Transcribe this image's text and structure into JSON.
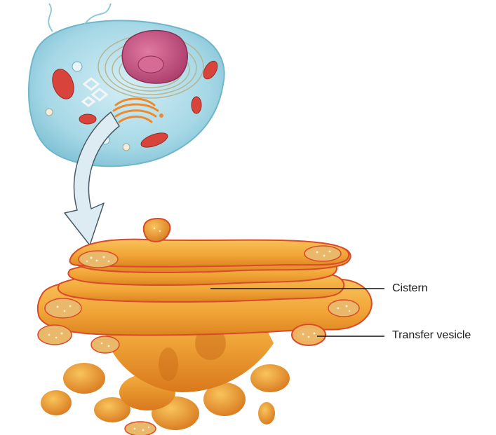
{
  "labels": {
    "cistern": "Cistern",
    "transfer_vesicle": "Transfer vesicle"
  },
  "colors": {
    "cytoplasm": "#9fd6e6",
    "cell_membrane": "#6fb6cc",
    "nucleus": "#c04d7a",
    "nucleus_inner": "#a93a68",
    "mitochondria": "#d8443b",
    "golgi_small": "#ec8a2d",
    "arrow_fill": "#dcecf2",
    "arrow_stroke": "#4a5a66",
    "golgi_body": "#f3a83a",
    "golgi_dark": "#d97a1f",
    "golgi_rim": "#d94a2a",
    "golgi_speckle": "#fff3d6",
    "leader_line": "#111111"
  },
  "icons": {
    "cell_illustration": "animal-cell-cutaway",
    "pointer_arrow": "curved-down-arrow",
    "golgi_illustration": "golgi-apparatus-enlarged"
  }
}
